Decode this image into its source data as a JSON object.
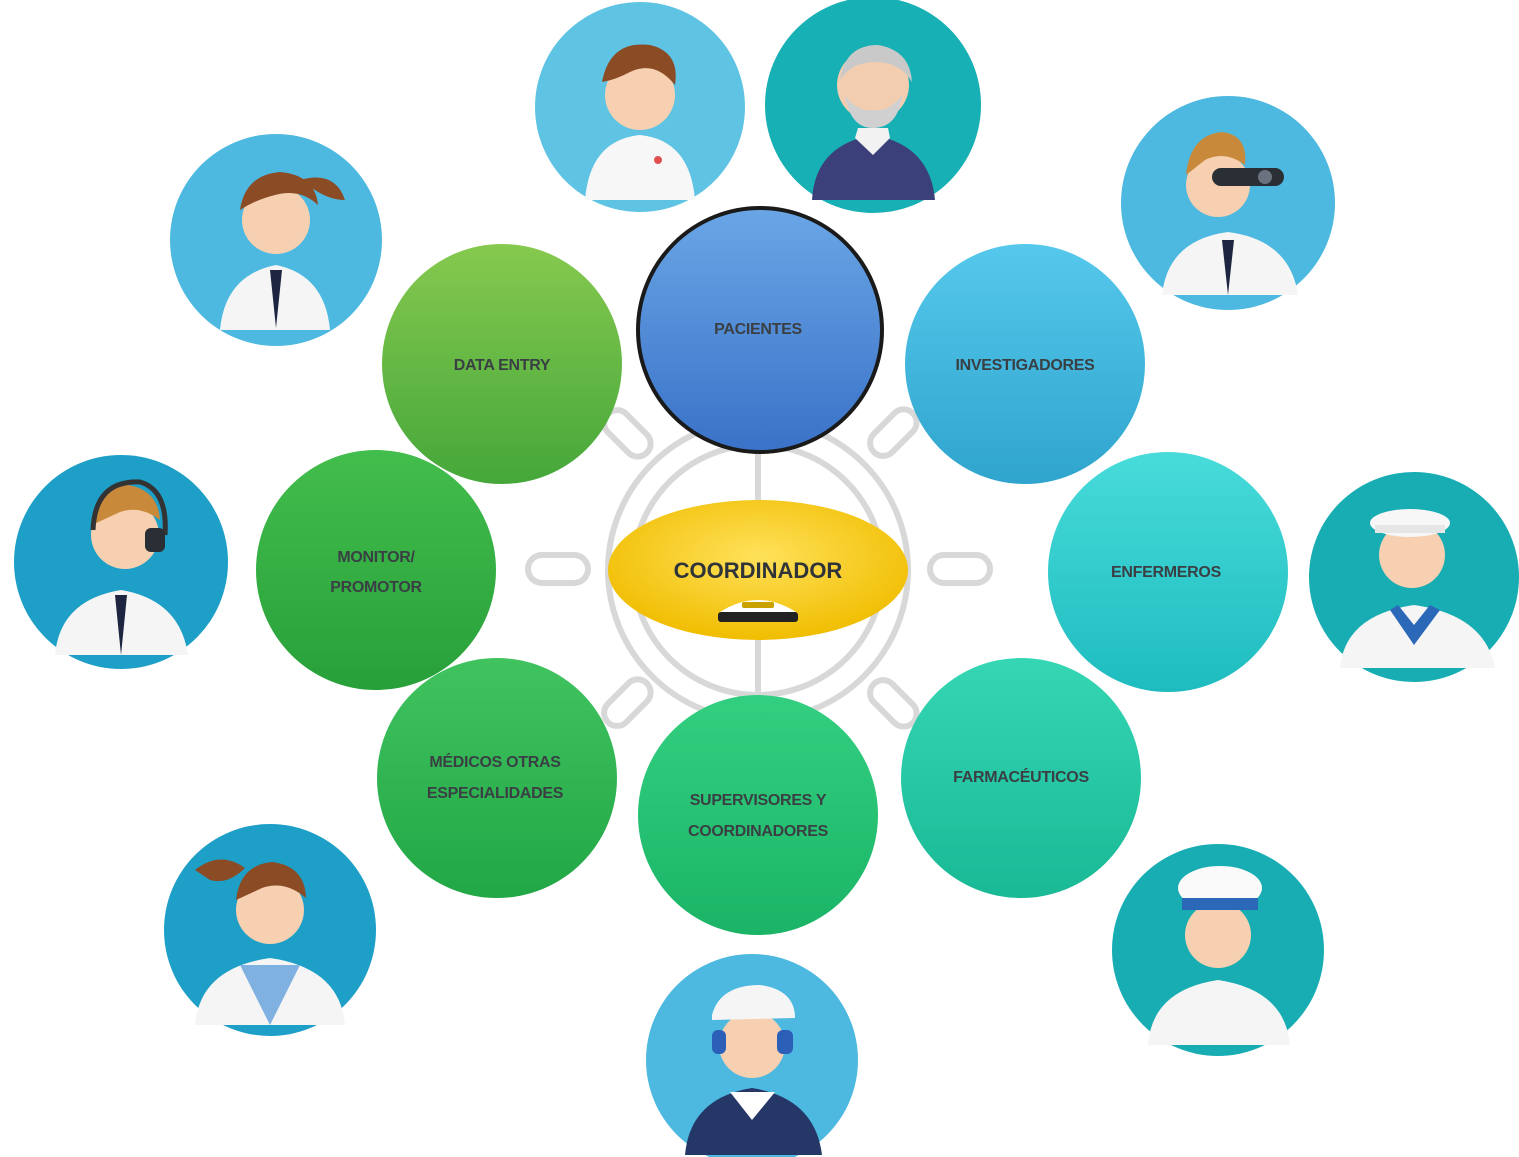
{
  "center": {
    "label": "COORDINADOR"
  },
  "nodes": [
    {
      "id": "pacientes",
      "lines": [
        "PACIENTES"
      ],
      "color_top": "#5f9be0",
      "color_bottom": "#3a74c9"
    },
    {
      "id": "data-entry",
      "lines": [
        "DATA ENTRY"
      ],
      "color_top": "#7cc24a",
      "color_bottom": "#4aa83a"
    },
    {
      "id": "investigadores",
      "lines": [
        "INVESTIGADORES"
      ],
      "color_top": "#4ec3e8",
      "color_bottom": "#33a8cf"
    },
    {
      "id": "monitor-promotor",
      "lines": [
        "MONITOR/",
        "PROMOTOR"
      ],
      "color_top": "#3cb84a",
      "color_bottom": "#2a9e3c"
    },
    {
      "id": "enfermeros",
      "lines": [
        "ENFERMEROS"
      ],
      "color_top": "#3fd6d6",
      "color_bottom": "#22bdbf"
    },
    {
      "id": "medicos",
      "lines": [
        "MÉDICOS OTRAS",
        "ESPECIALIDADES"
      ],
      "color_top": "#39c15a",
      "color_bottom": "#25a847"
    },
    {
      "id": "supervisores",
      "lines": [
        "SUPERVISORES Y",
        "COORDINADORES"
      ],
      "color_top": "#2ccc7a",
      "color_bottom": "#1fb468"
    },
    {
      "id": "farmaceuticos",
      "lines": [
        "FARMACÉUTICOS"
      ],
      "color_top": "#2ed3b0",
      "color_bottom": "#1cbb98"
    }
  ],
  "avatars": [
    {
      "id": "nurse",
      "icon": "nurse-avatar-icon",
      "bg": "#5fc3e4"
    },
    {
      "id": "elder",
      "icon": "elderly-patient-avatar-icon",
      "bg": "#17b0b4"
    },
    {
      "id": "officer-woman",
      "icon": "officer-woman-avatar-icon",
      "bg": "#4db8e0"
    },
    {
      "id": "lookout",
      "icon": "lookout-binoculars-avatar-icon",
      "bg": "#4db8e0"
    },
    {
      "id": "radio-operator",
      "icon": "headset-operator-avatar-icon",
      "bg": "#1d9fc7"
    },
    {
      "id": "sailor",
      "icon": "sailor-avatar-icon",
      "bg": "#17adb3"
    },
    {
      "id": "doctor",
      "icon": "doctor-avatar-icon",
      "bg": "#1d9fc7"
    },
    {
      "id": "cook",
      "icon": "cook-avatar-icon",
      "bg": "#17adb3"
    },
    {
      "id": "deckhand",
      "icon": "headphone-sailor-avatar-icon",
      "bg": "#4db8e0"
    }
  ],
  "colors": {
    "center_fill": "#f2c200",
    "center_fill_light": "#ffd83a",
    "wheel_stroke": "#dddddd",
    "pacientes_border": "#1a1a1a"
  }
}
